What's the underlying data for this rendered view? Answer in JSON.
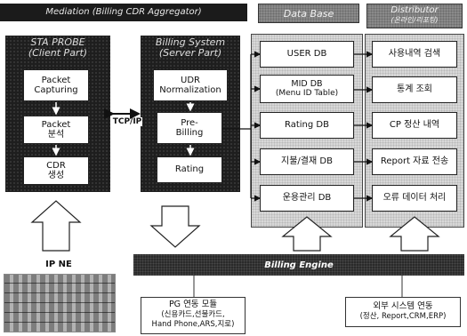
{
  "mediation": {
    "title": "Mediation (Billing CDR Aggregator)"
  },
  "probe": {
    "title_line1": "STA PROBE",
    "title_line2": "(Client Part)",
    "steps": [
      {
        "line1": "Packet",
        "line2": "Capturing"
      },
      {
        "line1": "Packet",
        "line2": "분석"
      },
      {
        "line1": "CDR",
        "line2": "생성"
      }
    ]
  },
  "connector": {
    "label": "TCP/IP"
  },
  "billing_system": {
    "title_line1": "Billing System",
    "title_line2": "(Server Part)",
    "steps": [
      {
        "line1": "UDR",
        "line2": "Normalization"
      },
      {
        "line1": "Pre-",
        "line2": "Billing"
      },
      {
        "line1": "Rating",
        "line2": ""
      }
    ]
  },
  "database": {
    "title": "Data Base",
    "items": [
      "USER DB",
      "MID DB\n(Menu ID Table)",
      "Rating DB",
      "지불/결재 DB",
      "운용관리 DB"
    ]
  },
  "distributor": {
    "title_line1": "Distributor",
    "title_line2": "(온라인/리포팅)",
    "items": [
      "사용내역 검색",
      "통계 조회",
      "CP 정산 내역",
      "Report 자료 전송",
      "오류 데이터 처리"
    ]
  },
  "ip_ne": {
    "label": "IP NE"
  },
  "engine": {
    "label": "Billing Engine"
  },
  "pg_module": {
    "line1": "PG 연동 모듈",
    "line2": "(신용카드,선불카드,",
    "line3": "Hand Phone,ARS,지로)"
  },
  "external": {
    "line1": "외부 시스템 연동",
    "line2": "(정산, Report,CRM,ERP)"
  }
}
